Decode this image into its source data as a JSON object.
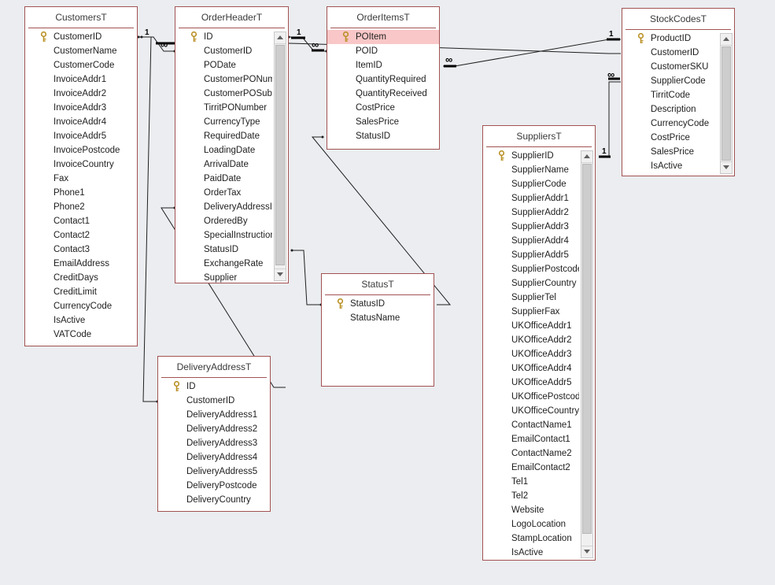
{
  "colors": {
    "background": "#ebedf0",
    "table_border": "#a25252",
    "selected_row": "#f9c7c7",
    "key_icon": "#d1a93a",
    "line": "#1e1e1e"
  },
  "tables": {
    "customers": {
      "title": "CustomersT",
      "fields": [
        "CustomerID",
        "CustomerName",
        "CustomerCode",
        "InvoiceAddr1",
        "InvoiceAddr2",
        "InvoiceAddr3",
        "InvoiceAddr4",
        "InvoiceAddr5",
        "InvoicePostcode",
        "InvoiceCountry",
        "Fax",
        "Phone1",
        "Phone2",
        "Contact1",
        "Contact2",
        "Contact3",
        "EmailAddress",
        "CreditDays",
        "CreditLimit",
        "CurrencyCode",
        "IsActive",
        "VATCode"
      ]
    },
    "order_header": {
      "title": "OrderHeaderT",
      "fields": [
        "ID",
        "CustomerID",
        "PODate",
        "CustomerPONum",
        "CustomerPOSub",
        "TirritPONumber",
        "CurrencyType",
        "RequiredDate",
        "LoadingDate",
        "ArrivalDate",
        "PaidDate",
        "OrderTax",
        "DeliveryAddressID",
        "OrderedBy",
        "SpecialInstructions",
        "StatusID",
        "ExchangeRate",
        "Supplier"
      ]
    },
    "order_items": {
      "title": "OrderItemsT",
      "fields": [
        "POItem",
        "POID",
        "ItemID",
        "QuantityRequired",
        "QuantityReceived",
        "CostPrice",
        "SalesPrice",
        "StatusID"
      ]
    },
    "stock_codes": {
      "title": "StockCodesT",
      "fields": [
        "ProductID",
        "CustomerID",
        "CustomerSKU",
        "SupplierCode",
        "TirritCode",
        "Description",
        "CurrencyCode",
        "CostPrice",
        "SalesPrice",
        "IsActive"
      ]
    },
    "suppliers": {
      "title": "SuppliersT",
      "fields": [
        "SupplierID",
        "SupplierName",
        "SupplierCode",
        "SupplierAddr1",
        "SupplierAddr2",
        "SupplierAddr3",
        "SupplierAddr4",
        "SupplierAddr5",
        "SupplierPostcode",
        "SupplierCountry",
        "SupplierTel",
        "SupplierFax",
        "UKOfficeAddr1",
        "UKOfficeAddr2",
        "UKOfficeAddr3",
        "UKOfficeAddr4",
        "UKOfficeAddr5",
        "UKOfficePostcode",
        "UKOfficeCountry",
        "ContactName1",
        "EmailContact1",
        "ContactName2",
        "EmailContact2",
        "Tel1",
        "Tel2",
        "Website",
        "LogoLocation",
        "StampLocation",
        "IsActive"
      ]
    },
    "status": {
      "title": "StatusT",
      "fields": [
        "StatusID",
        "StatusName"
      ]
    },
    "delivery_address": {
      "title": "DeliveryAddressT",
      "fields": [
        "ID",
        "CustomerID",
        "DeliveryAddress1",
        "DeliveryAddress2",
        "DeliveryAddress3",
        "DeliveryAddress4",
        "DeliveryAddress5",
        "DeliveryPostcode",
        "DeliveryCountry"
      ]
    }
  },
  "relationship_labels": {
    "one": "1",
    "many": "∞"
  }
}
